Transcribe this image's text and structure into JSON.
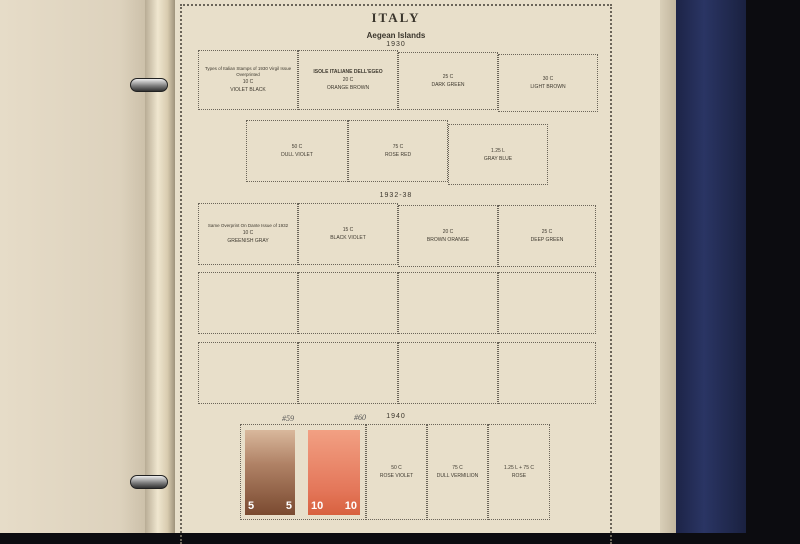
{
  "page": {
    "title": "ITALY",
    "subtitle": "Aegean Islands",
    "year_1930": "1930",
    "year_1932": "1932-38",
    "year_1940": "1940"
  },
  "row1": [
    {
      "note": "Types of Italian Stamps of 1930 Virgil Issue Overprinted",
      "value": "10 c",
      "color": "VIOLET BLACK"
    },
    {
      "note": "ISOLE ITALIANE DELL'EGEO",
      "value": "20 c",
      "color": "ORANGE BROWN"
    },
    {
      "value": "25 c",
      "color": "DARK GREEN"
    },
    {
      "value": "30 c",
      "color": "LIGHT BROWN"
    }
  ],
  "row2": [
    {
      "value": "50 c",
      "color": "DULL VIOLET"
    },
    {
      "value": "75 c",
      "color": "ROSE RED"
    },
    {
      "value": "1.25 L",
      "color": "GRAY BLUE"
    }
  ],
  "row3": [
    {
      "note": "Same Overprint On Dante Issue of 1932",
      "value": "10 c",
      "color": "GREENISH GRAY"
    },
    {
      "value": "15 c",
      "color": "BLACK VIOLET"
    },
    {
      "value": "20 c",
      "color": "BROWN ORANGE"
    },
    {
      "value": "25 c",
      "color": "DEEP GREEN"
    }
  ],
  "row6": [
    {
      "value": "50 c",
      "color": "ROSE VIOLET"
    },
    {
      "value": "75 c",
      "color": "DULL VERMILION"
    },
    {
      "value": "1.25 L + 75 c",
      "color": "ROSE"
    }
  ],
  "stamps": [
    {
      "hand": "#59",
      "denom": "5",
      "color": "#8a5a3e"
    },
    {
      "hand": "#60",
      "denom": "10",
      "color": "#e07a5a"
    }
  ]
}
